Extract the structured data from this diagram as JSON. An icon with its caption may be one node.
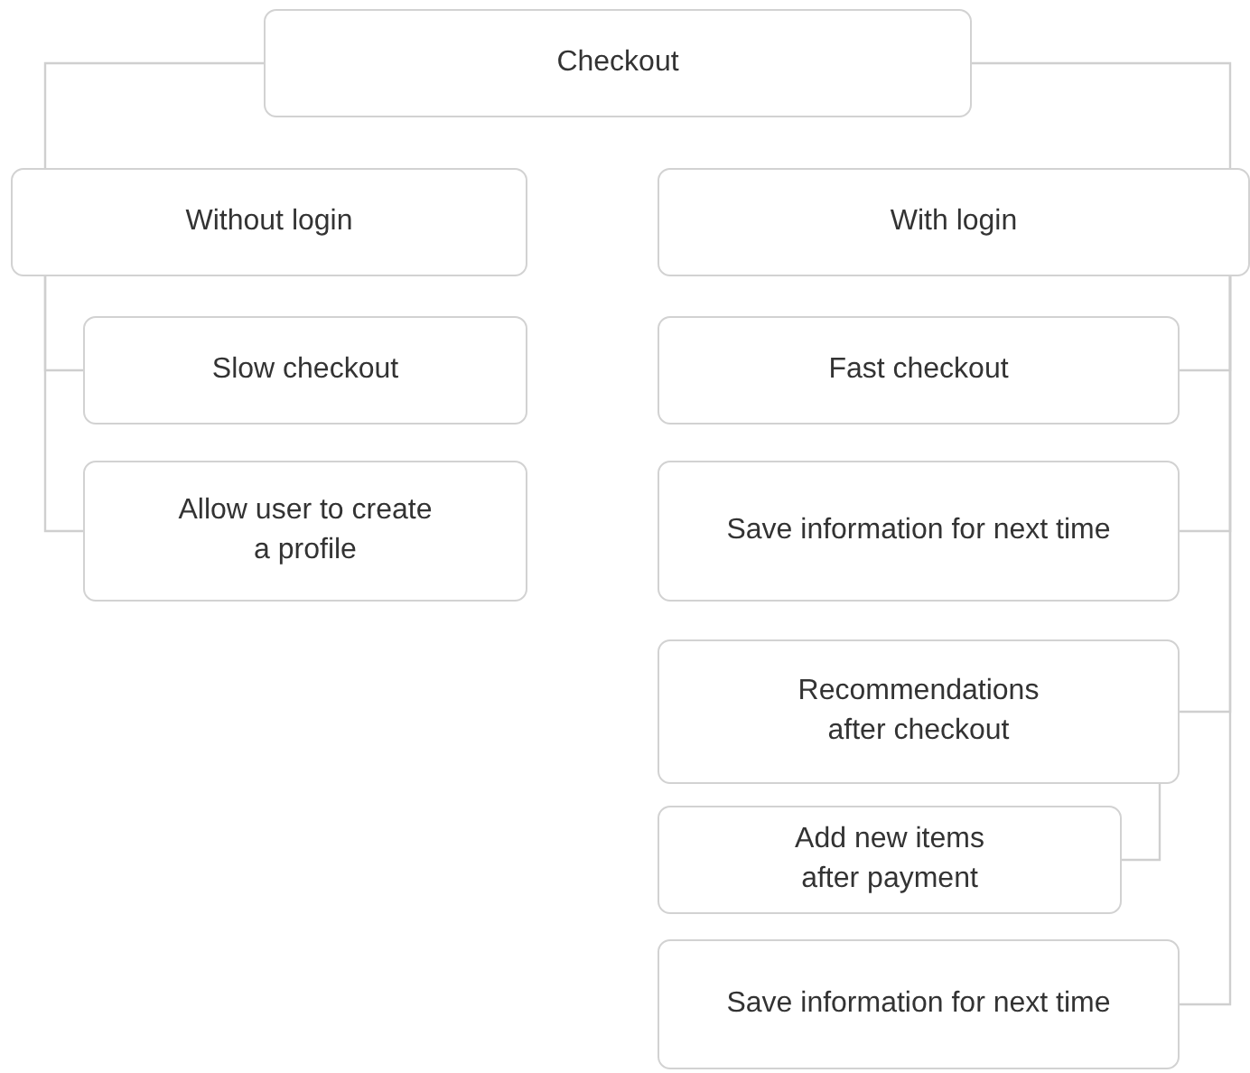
{
  "diagram": {
    "nodes": [
      {
        "text": [
          "Checkout"
        ]
      },
      {
        "text": [
          "Without login"
        ]
      },
      {
        "text": [
          "With login"
        ]
      },
      {
        "text": [
          "Slow checkout"
        ]
      },
      {
        "text": [
          "Allow user to create a profile"
        ]
      },
      {
        "text": [
          "Fast checkout"
        ]
      },
      {
        "text": [
          "Save information for next time"
        ]
      },
      {
        "text": [
          "Recommendations after checkout"
        ]
      },
      {
        "text": [
          "Add new items after payment"
        ]
      },
      {
        "text": [
          "Save information for next time"
        ]
      }
    ],
    "edges": [
      {
        "from": 0,
        "to": 1,
        "arrow": "none"
      },
      {
        "from": 0,
        "to": 2,
        "arrow": "none"
      },
      {
        "from": 1,
        "to": 3,
        "arrow": "none"
      },
      {
        "from": 1,
        "to": 4,
        "arrow": "none"
      },
      {
        "from": 2,
        "to": 5,
        "arrow": "none"
      },
      {
        "from": 2,
        "to": 6,
        "arrow": "none"
      },
      {
        "from": 2,
        "to": 7,
        "arrow": "none"
      },
      {
        "from": 7,
        "to": 8,
        "arrow": "none"
      },
      {
        "from": 2,
        "to": 9,
        "arrow": "none"
      }
    ]
  }
}
